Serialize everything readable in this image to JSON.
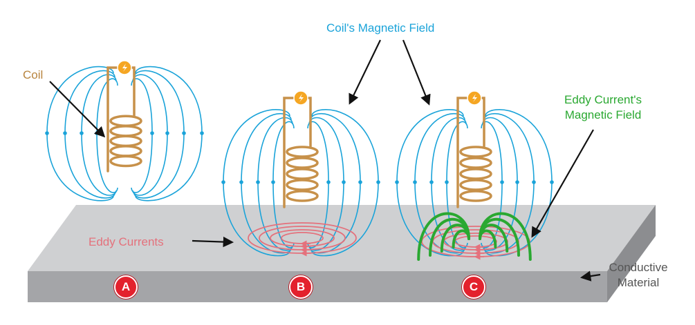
{
  "labels": {
    "coil": "Coil",
    "coils_field": "Coil's Magnetic Field",
    "eddy_field_line1": "Eddy Current's",
    "eddy_field_line2": "Magnetic Field",
    "eddy_currents": "Eddy Currents",
    "conductive_line1": "Conductive",
    "conductive_line2": "Material"
  },
  "badges": [
    "A",
    "B",
    "C"
  ],
  "colors": {
    "field_lines": "#1aa3d9",
    "coil": "#c7914a",
    "eddy_current": "#e4717c",
    "eddy_field": "#2aa831",
    "plate_top": "#cdced0",
    "plate_front": "#a5a6a9",
    "badge": "#e3212d",
    "power_source": "#f5a623"
  },
  "icons": [
    "lightning-icon",
    "arrow-icon"
  ]
}
